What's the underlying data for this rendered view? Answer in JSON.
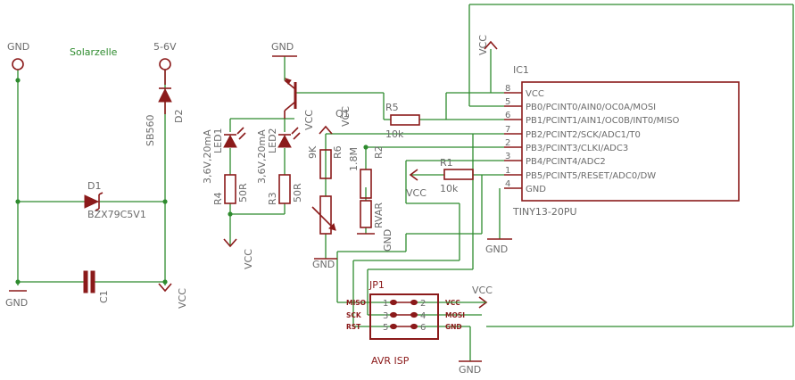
{
  "labels": {
    "gnd": "GND",
    "vcc": "VCC",
    "solarzelle": "Solarzelle",
    "supply": "5-6V",
    "d1_name": "D1",
    "d1_value": "BZX79C5V1",
    "d2_name": "D2",
    "d2_value": "SB560",
    "c1_name": "C1",
    "led1_name": "LED1",
    "led1_value": "3,6V,20mA",
    "led2_name": "LED2",
    "led2_value": "3,6V,20mA",
    "r4_name": "R4",
    "r4_value": "50R",
    "r3_name": "R3",
    "r3_value": "50R",
    "r6_name": "R6",
    "r6_value": "9K",
    "r2_name": "R2",
    "r2_value": "1.8M",
    "r5_name": "R5",
    "r5_value": "10k",
    "r1_name": "R1",
    "r1_value": "10k",
    "rvar": "RVAR",
    "q1": "Q1",
    "ic_name": "IC1",
    "ic_part": "TINY13-20PU",
    "jp_name": "JP1",
    "jp_title": "AVR ISP"
  },
  "ic_pins": [
    {
      "num": "8",
      "name": "VCC"
    },
    {
      "num": "5",
      "name": "PB0/PCINT0/AIN0/OC0A/MOSI"
    },
    {
      "num": "6",
      "name": "PB1/PCINT1/AIN1/OC0B/INT0/MISO"
    },
    {
      "num": "7",
      "name": "PB2/PCINT2/SCK/ADC1/T0"
    },
    {
      "num": "2",
      "name": "PB3/PCINT3/CLKI/ADC3"
    },
    {
      "num": "3",
      "name": "PB4/PCINT4/ADC2"
    },
    {
      "num": "1",
      "name": "PB5/PCINT5/RESET/ADC0/DW"
    },
    {
      "num": "4",
      "name": "GND"
    }
  ],
  "isp_pins": {
    "left": [
      "MISO",
      "SCK",
      "RST"
    ],
    "left_nums": [
      "1",
      "3",
      "5"
    ],
    "right": [
      "VCC",
      "MOSI",
      "GND"
    ],
    "right_nums": [
      "2",
      "4",
      "6"
    ]
  },
  "colors": {
    "wire": "#2e8b2e",
    "symbol": "#8b1a1a",
    "text": "#6b6b6b"
  }
}
